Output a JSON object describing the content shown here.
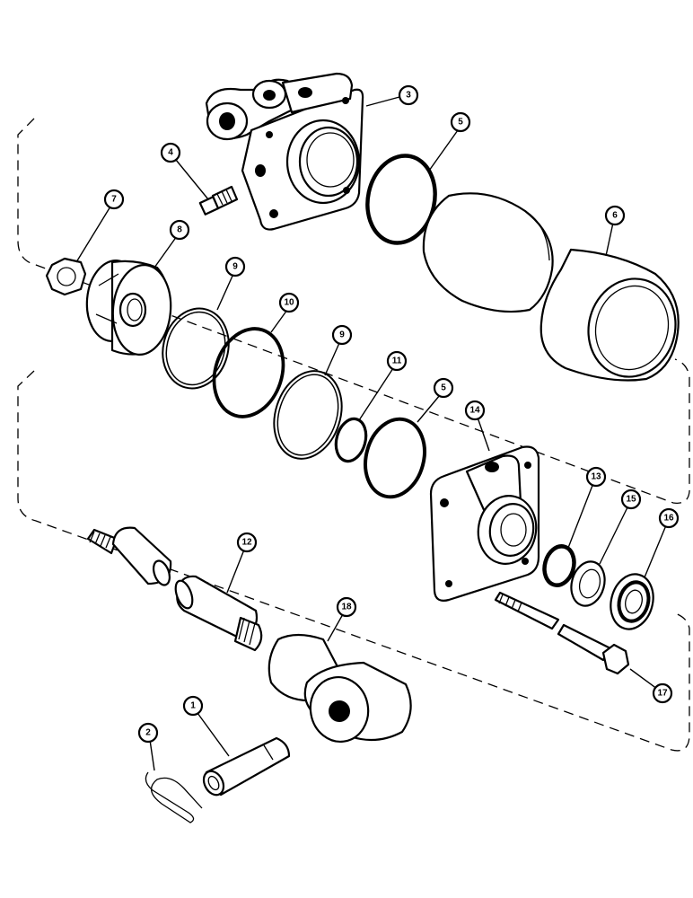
{
  "parts": [
    {
      "id": "pin",
      "label": "1"
    },
    {
      "id": "clip",
      "label": "2"
    },
    {
      "id": "head-housing",
      "label": "3"
    },
    {
      "id": "fitting",
      "label": "4"
    },
    {
      "id": "o-ring-upper",
      "label": "5"
    },
    {
      "id": "o-ring-lower",
      "label": "5"
    },
    {
      "id": "cylinder-tube",
      "label": "6"
    },
    {
      "id": "nut",
      "label": "7"
    },
    {
      "id": "piston",
      "label": "8"
    },
    {
      "id": "backup-ring-a",
      "label": "9"
    },
    {
      "id": "seal-ring",
      "label": "10"
    },
    {
      "id": "backup-ring-b",
      "label": "9"
    },
    {
      "id": "small-o-ring",
      "label": "11"
    },
    {
      "id": "rod",
      "label": "12"
    },
    {
      "id": "rod-o-ring",
      "label": "13"
    },
    {
      "id": "rod-guide",
      "label": "14"
    },
    {
      "id": "backup-washer",
      "label": "15"
    },
    {
      "id": "rod-wiper",
      "label": "16"
    },
    {
      "id": "bolt",
      "label": "17"
    },
    {
      "id": "rod-end",
      "label": "18"
    }
  ]
}
